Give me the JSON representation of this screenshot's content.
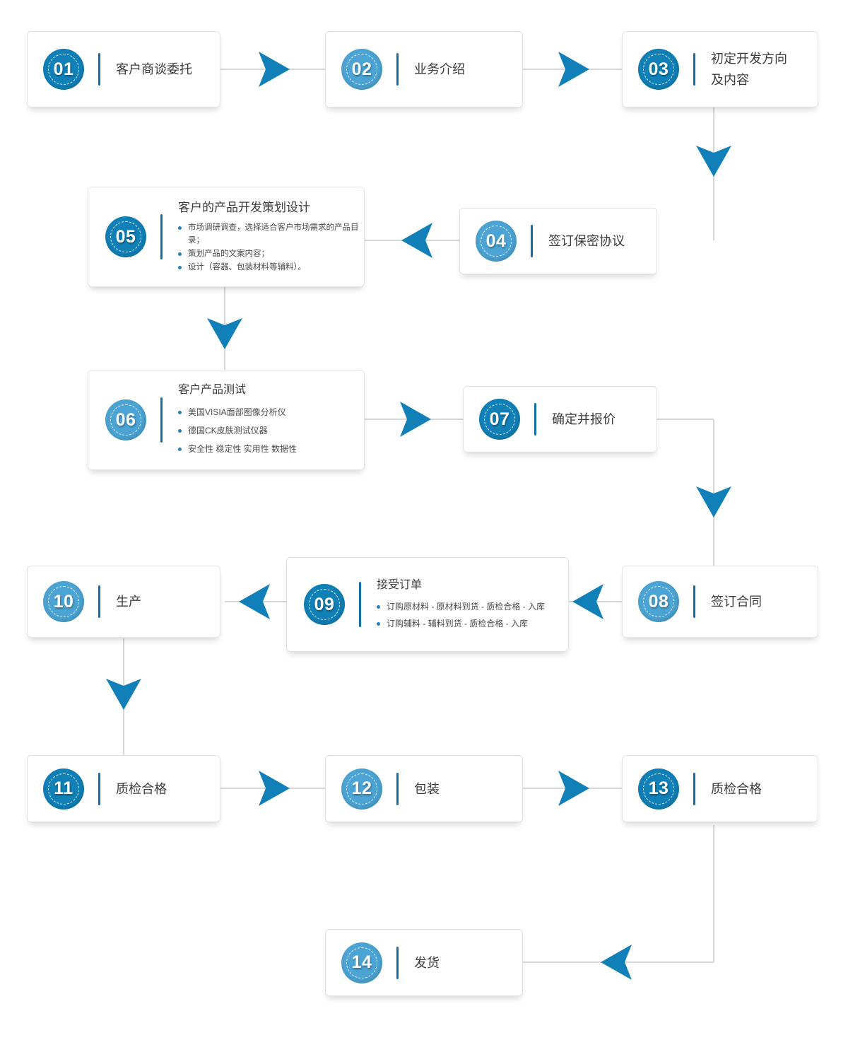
{
  "theme": {
    "badge_dark": "#1080b7",
    "badge_light": "#4ba4d4",
    "divider": "#1170a8",
    "arrow": "#1180b8",
    "line": "#d6d6d6",
    "card_bg": "#ffffff",
    "card_border": "#e3e3e3",
    "text": "#3c3c3c",
    "bullet_text": "#4a4a4a"
  },
  "steps": [
    {
      "num": "01",
      "title": "客户商谈委托",
      "shade": "dark",
      "bullets": []
    },
    {
      "num": "02",
      "title": "业务介绍",
      "shade": "light",
      "bullets": []
    },
    {
      "num": "03",
      "title": "初定开发方向\n及内容",
      "shade": "dark",
      "bullets": []
    },
    {
      "num": "04",
      "title": "签订保密协议",
      "shade": "light",
      "bullets": []
    },
    {
      "num": "05",
      "title": "客户的产品开发策划设计",
      "shade": "dark",
      "bullets": [
        "市场调研调查，选择适合客户市场需求的产品目录；",
        "策划产品的文案内容；",
        "设计（容器、包装材料等辅料）。"
      ]
    },
    {
      "num": "06",
      "title": "客户产品测试",
      "shade": "light",
      "bullets": [
        "美国VISIA面部图像分析仪",
        "德国CK皮肤测试仪器",
        "安全性  稳定性 实用性  数据性"
      ]
    },
    {
      "num": "07",
      "title": "确定并报价",
      "shade": "dark",
      "bullets": []
    },
    {
      "num": "08",
      "title": "签订合同",
      "shade": "light",
      "bullets": []
    },
    {
      "num": "09",
      "title": "接受订单",
      "shade": "dark",
      "bullets": [
        "订购原材料 - 原材料到货 - 质检合格 - 入库",
        "订购辅料 - 辅料到货 - 质检合格 - 入库"
      ]
    },
    {
      "num": "10",
      "title": "生产",
      "shade": "light",
      "bullets": []
    },
    {
      "num": "11",
      "title": "质检合格",
      "shade": "dark",
      "bullets": []
    },
    {
      "num": "12",
      "title": "包装",
      "shade": "light",
      "bullets": []
    },
    {
      "num": "13",
      "title": "质检合格",
      "shade": "dark",
      "bullets": []
    },
    {
      "num": "14",
      "title": "发货",
      "shade": "light",
      "bullets": []
    }
  ],
  "flow": {
    "connections": [
      "01-02",
      "02-03",
      "03-04",
      "04-05",
      "05-06",
      "06-07",
      "07-08",
      "08-09",
      "09-10",
      "10-11",
      "11-12",
      "12-13",
      "13-14"
    ]
  }
}
